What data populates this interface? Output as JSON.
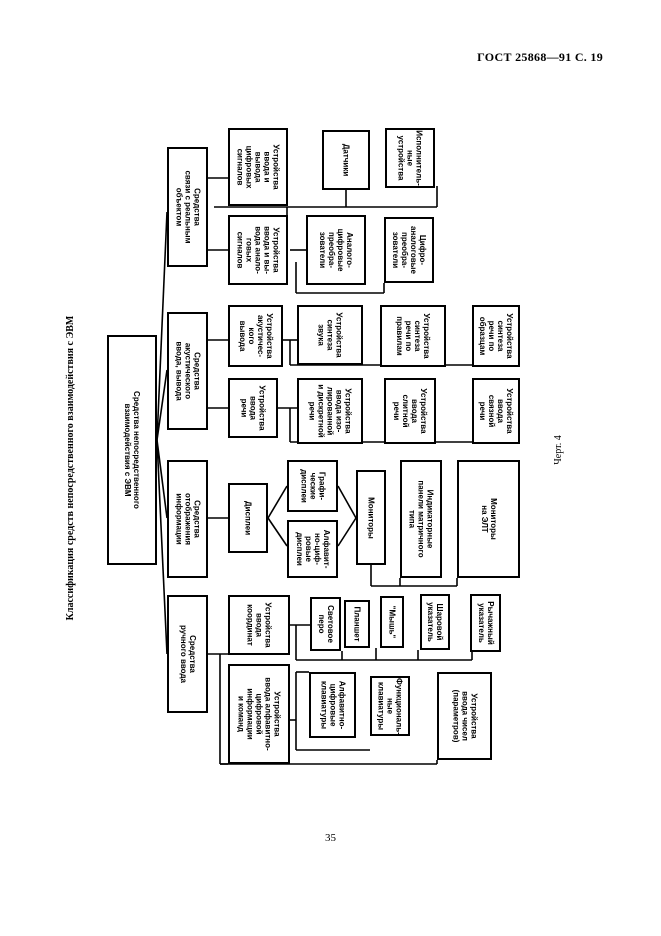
{
  "header": {
    "standard": "ГОСТ 25868—91 С. 19"
  },
  "caption": "Классификация средств непосредственного взаимодействия с ЭВМ",
  "figure_label": "Черт. 4",
  "page_number": "35",
  "diagram": {
    "root": "Средства непосредственного\nвзаимодействия с ЭВМ",
    "categories": {
      "manual": "Средства\nручного ввода",
      "display": "Средства\nотображения\nинформации",
      "acoustic": "Средства\nакустического\nввода, вывода",
      "realobj": "Средства\nсвязи с реальным\nобъектом"
    },
    "nodes": {
      "alnum_input": "Устройства\nввода алфавитно-\nцифровой\nинформации\nи команд",
      "alnum_kbd": "Алфавитно-\nцифровые\nклавиатуры",
      "func_kbd": "Функциональ-\nные\nклавиатуры",
      "num_input": "Устройства\nввода чисел\n(параметров)",
      "coord_input": "Устройства\nввода\nкоординат",
      "light_pen": "Световое\nперо",
      "tablet": "Планшет",
      "mouse": "\"Мышь\"",
      "trackball": "Шаровой\nуказатель",
      "joystick": "Рычажный\nуказатель",
      "displays": "Дисплеи",
      "alnum_displays": "Алфавит-\nно-циф-\nровые\nдисплеи",
      "graph_displays": "Графи-\nческие\nдисплеи",
      "monitors": "Мониторы",
      "indicator_panels": "Индикаторные\nпанели матричного\nтипа",
      "crt_monitors": "Мониторы\nна ЭЛТ",
      "speech_input": "Устройства\nввода\nречи",
      "discrete_speech": "Устройства\nввода изо-\nлированной\nи дискретной\nречи",
      "continuous_speech": "Устройства\nввода\nслитной\nречи",
      "connected_speech": "Устройства\nввода\nсвязной\nречи",
      "acoustic_output": "Устройства\nакустичес-\nкого\nвывода",
      "sound_synth": "Устройства\nсинтеза\nзвука",
      "rule_synth": "Устройства\nсинтеза\nречи по\nправилам",
      "sample_synth": "Устройства\nсинтеза\nречи по\nобразцам",
      "analog_io": "Устройства\nввода и вы-\nвода анало-\nговых\nсигналов",
      "adc": "Аналого-\nцифровые\nпреобра-\nзователи",
      "dac": "Цифро-\nаналоговые\nпреобра-\nзователи",
      "digital_io": "Устройства\nввода и\nвывода\nцифровых\nсигналов",
      "sensors": "Датчики",
      "actuators": "Исполнитель-\nные\nустройства"
    }
  }
}
